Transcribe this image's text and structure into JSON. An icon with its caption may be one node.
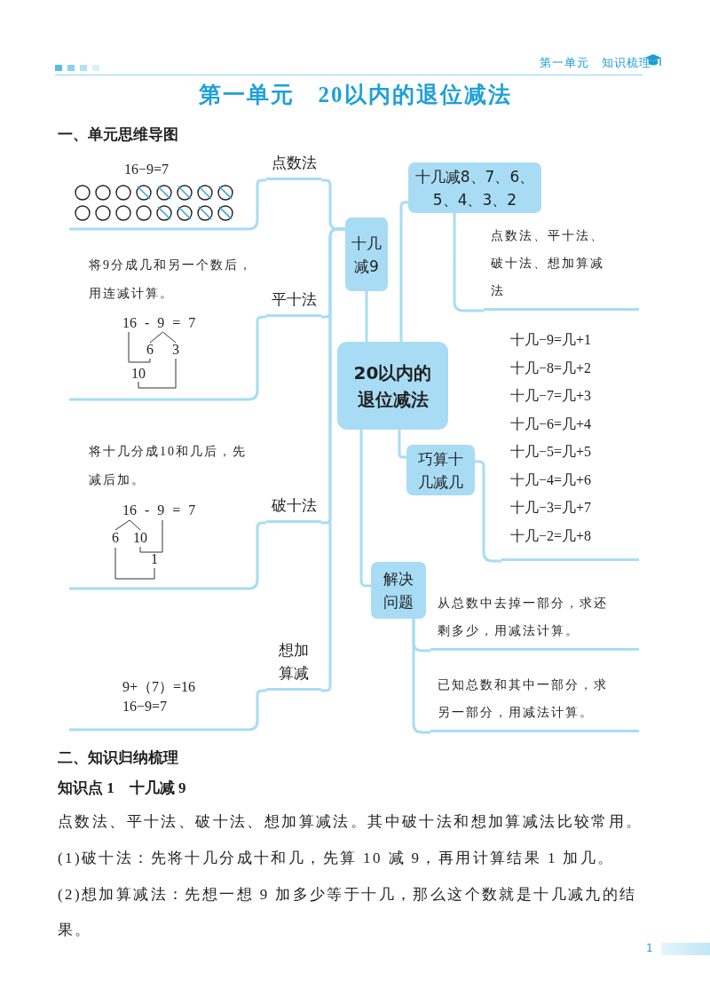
{
  "diagram": {
    "title": "第一单元　20以内的退位减法",
    "nodes": [
      {
        "text": [
          "20以内的退位减法"
        ]
      },
      {
        "text": [
          "十几减9"
        ]
      },
      {
        "text": [
          "点数法"
        ]
      },
      {
        "text": [
          "平十法"
        ],
        "beside": [
          "将9分成几和另一个数后，用连减计算。"
        ]
      },
      {
        "text": [
          "破十法"
        ],
        "beside": [
          "将十几分成10和几后，先减后加。"
        ]
      },
      {
        "text": [
          "想加算减"
        ],
        "beside": [
          "9+（7）=16",
          "16−9=7"
        ]
      },
      {
        "text": [
          "十几减8、7、6、5、4、3、2"
        ]
      },
      {
        "text": [
          "点数法、平十法、破十法、想加算减法"
        ]
      },
      {
        "text": [
          "巧算十几减几"
        ]
      },
      {
        "text": [
          "十几−9=几+1",
          "十几−8=几+2",
          "十几−7=几+3",
          "十几−6=几+4",
          "十几−5=几+5",
          "十几−4=几+6",
          "十几−3=几+7",
          "十几−2=几+8"
        ]
      },
      {
        "text": [
          "解决问题"
        ]
      },
      {
        "text": [
          "从总数中去掉一部分，求还剩多少，用减法计算。"
        ]
      },
      {
        "text": [
          "已知总数和其中一部分，求另一部分，用减法计算。"
        ]
      }
    ],
    "edges": [
      {
        "from": 0,
        "to": 1,
        "arrow": "none"
      },
      {
        "from": 0,
        "to": 6,
        "arrow": "none"
      },
      {
        "from": 0,
        "to": 8,
        "arrow": "none"
      },
      {
        "from": 0,
        "to": 10,
        "arrow": "none"
      },
      {
        "from": 1,
        "to": 2,
        "arrow": "none"
      },
      {
        "from": 1,
        "to": 3,
        "arrow": "none"
      },
      {
        "from": 1,
        "to": 4,
        "arrow": "none"
      },
      {
        "from": 1,
        "to": 5,
        "arrow": "none"
      },
      {
        "from": 6,
        "to": 7,
        "arrow": "none"
      },
      {
        "from": 8,
        "to": 9,
        "arrow": "none"
      },
      {
        "from": 10,
        "to": 11,
        "arrow": "none"
      },
      {
        "from": 10,
        "to": 12,
        "arrow": "none"
      }
    ],
    "labels": [
      "第一单元　知识梳理",
      "一、单元思维导图",
      "16−9=7",
      "16 - 9 = 7",
      "6",
      "3",
      "10",
      "16 - 9 = 7",
      "6",
      "10",
      "1",
      "二、知识归纳梳理",
      "知识点 1　十几减 9",
      "点数法、平十法、破十法、想加算减法。其中破十法和想加算减法比较常用。",
      "(1)破十法：先将十几分成十和几，先算 10 减 9，再用计算结果 1 加几。",
      "(2)想加算减法：先想一想 9 加多少等于十几，那么这个数就是十几减九的结果。",
      "1"
    ]
  }
}
